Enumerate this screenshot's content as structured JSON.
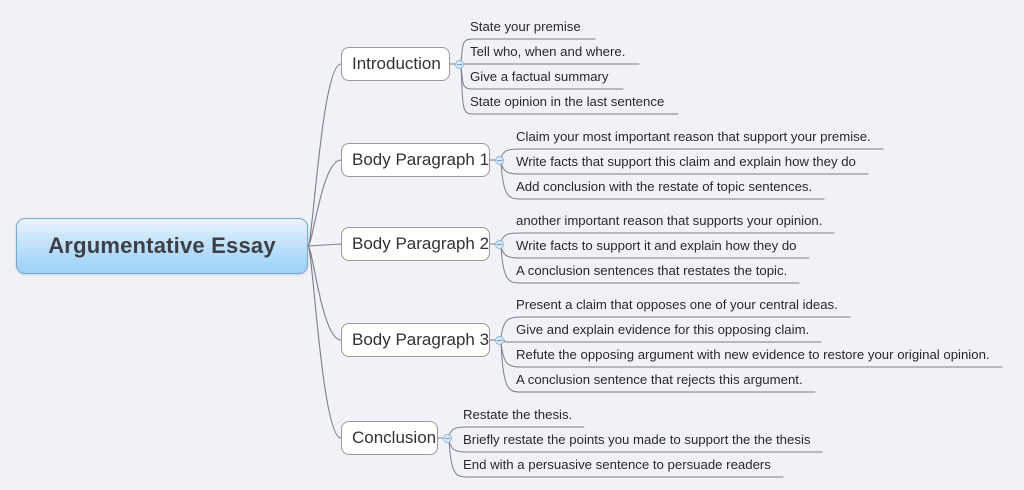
{
  "theme": {
    "background": "#f1f2f7",
    "root_fill_top": "#eaf4fd",
    "root_fill_bottom": "#9ed2f7",
    "root_border": "#7aa8cc",
    "node_border": "#9a9a9a",
    "node_fill": "#ffffff",
    "connector_color": "#7a7f86",
    "handle_color": "#8fb8da",
    "text_color": "#27292d"
  },
  "root": {
    "label": "Argumentative Essay"
  },
  "branches": [
    {
      "label": "Introduction",
      "items": [
        "State your premise",
        "Tell who, when and where.",
        "Give a factual summary",
        "State opinion in the last sentence"
      ]
    },
    {
      "label": "Body Paragraph 1",
      "items": [
        "Claim your most important reason that support your premise.",
        "Write facts that support this claim and explain how they do",
        "Add conclusion with the restate of topic sentences."
      ]
    },
    {
      "label": "Body Paragraph 2",
      "items": [
        "another important reason that supports your opinion.",
        "Write facts to support it and explain how they do",
        "A conclusion sentences that restates the topic."
      ]
    },
    {
      "label": "Body Paragraph 3",
      "items": [
        "Present a claim that opposes one of your central ideas.",
        "Give and explain evidence for this opposing claim.",
        "Refute the opposing argument with new evidence to restore your original opinion.",
        "A conclusion sentence that rejects this argument."
      ]
    },
    {
      "label": "Conclusion",
      "items": [
        "Restate the thesis.",
        "Briefly restate the points you made to support the the thesis",
        "End with a persuasive sentence to persuade readers"
      ]
    }
  ]
}
